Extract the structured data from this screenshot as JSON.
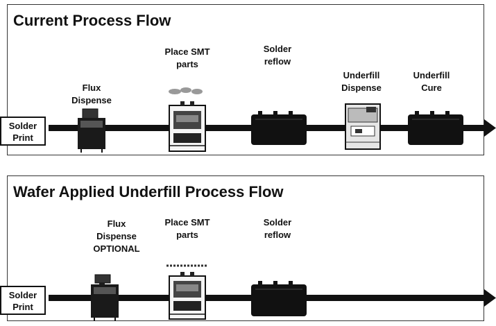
{
  "top": {
    "title": "Current Process Flow",
    "start": {
      "line1": "Solder",
      "line2": "Print"
    },
    "steps": [
      {
        "line1": "Flux",
        "line2": "Dispense"
      },
      {
        "line1": "Place SMT",
        "line2": "parts"
      },
      {
        "line1": "Solder",
        "line2": "reflow"
      },
      {
        "line1": "Underfill",
        "line2": "Dispense"
      },
      {
        "line1": "Underfill",
        "line2": "Cure"
      }
    ]
  },
  "bottom": {
    "title": "Wafer Applied Underfill Process Flow",
    "start": {
      "line1": "Solder",
      "line2": "Print"
    },
    "steps": [
      {
        "line1": "Flux",
        "line2": "Dispense",
        "line3": "OPTIONAL"
      },
      {
        "line1": "Place SMT",
        "line2": "parts"
      },
      {
        "line1": "Solder",
        "line2": "reflow"
      }
    ]
  }
}
